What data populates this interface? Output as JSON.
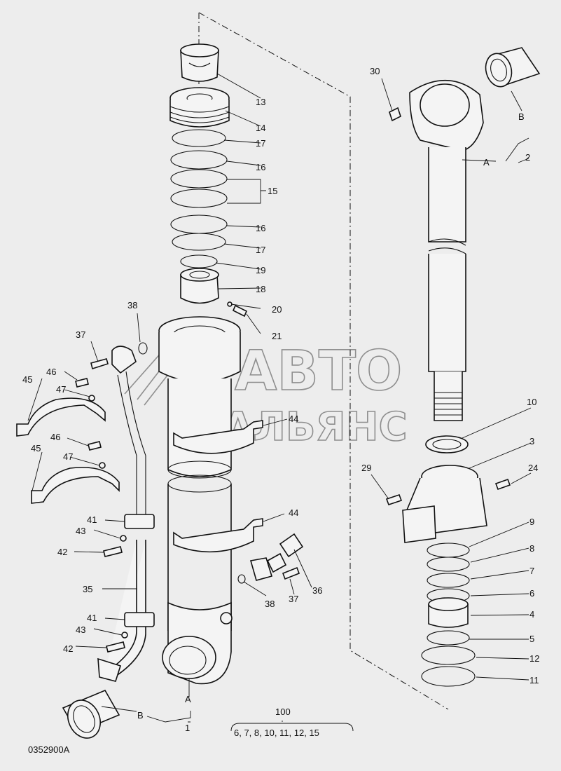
{
  "labels": {
    "n13": "13",
    "n14": "14",
    "n17a": "17",
    "n16a": "16",
    "n15": "15",
    "n16b": "16",
    "n17b": "17",
    "n19": "19",
    "n18": "18",
    "n20": "20",
    "n21": "21",
    "n38a": "38",
    "n37a": "37",
    "n46a": "46",
    "n47a": "47",
    "n45a": "45",
    "n44a": "44",
    "n46b": "46",
    "n47b": "47",
    "n45b": "45",
    "n41a": "41",
    "n43a": "43",
    "n42a": "42",
    "n44b": "44",
    "n35": "35",
    "n41b": "41",
    "n43b": "43",
    "n42b": "42",
    "n38b": "38",
    "n37b": "37",
    "n36": "36",
    "nA1": "A",
    "nB1": "B",
    "n1": "1",
    "n30": "30",
    "nB2": "B",
    "nA2": "A",
    "n2": "2",
    "n10": "10",
    "n3": "3",
    "n29": "29",
    "n24": "24",
    "n9": "9",
    "n8": "8",
    "n7": "7",
    "n6": "6",
    "n4": "4",
    "n5": "5",
    "n12": "12",
    "n11": "11"
  },
  "kit": {
    "number": "100",
    "parts": "6, 7, 8, 10, 11, 12, 15"
  },
  "diagram_code": "0352900A",
  "watermark": {
    "line1": "АВТО",
    "line2": "АЛЬЯНС"
  }
}
